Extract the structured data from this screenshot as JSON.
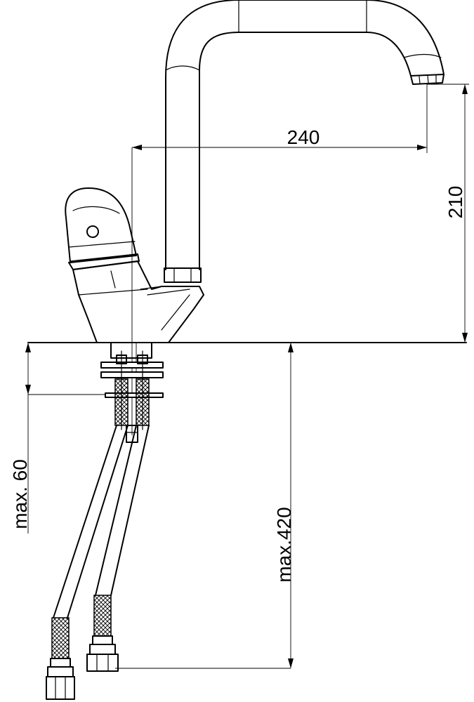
{
  "dimensions": {
    "spout_reach": "240",
    "spout_height": "210",
    "max_deck_thickness": "max. 60",
    "max_hose_length": "max.420"
  }
}
